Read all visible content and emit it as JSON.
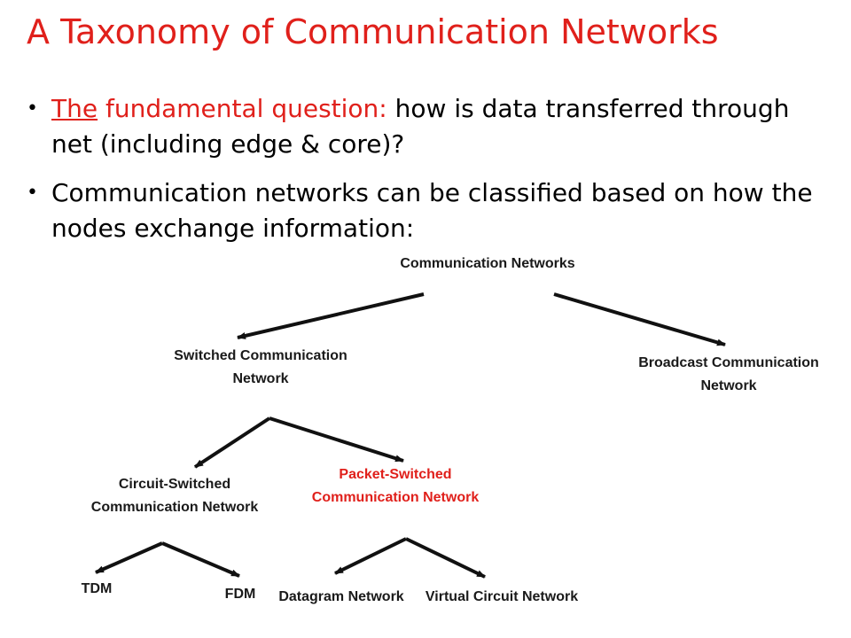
{
  "slide": {
    "title": "A Taxonomy of Communication Networks",
    "bullets": [
      {
        "lead_first": "The",
        "lead_rest": " fundamental question:",
        "rest": " how is data transferred through net (including edge & core)?"
      },
      {
        "text": "Communication networks can be classified based on how the nodes exchange information:"
      }
    ]
  },
  "diagram": {
    "nodes": {
      "root": "Communication Networks",
      "switched": "Switched Communication Network",
      "broadcast": "Broadcast Communication Network",
      "circuit": "Circuit-Switched Communication Network",
      "packet": "Packet-Switched Communication Network",
      "tdm": "TDM",
      "fdm": "FDM",
      "datagram": "Datagram Network",
      "virtual_circuit": "Virtual Circuit Network"
    },
    "highlight_color": "#e0201b",
    "text_color": "#1a1a1a",
    "edges": [
      [
        "root",
        "switched"
      ],
      [
        "root",
        "broadcast"
      ],
      [
        "switched",
        "circuit"
      ],
      [
        "switched",
        "packet"
      ],
      [
        "circuit",
        "tdm"
      ],
      [
        "circuit",
        "fdm"
      ],
      [
        "packet",
        "datagram"
      ],
      [
        "packet",
        "virtual_circuit"
      ]
    ]
  }
}
